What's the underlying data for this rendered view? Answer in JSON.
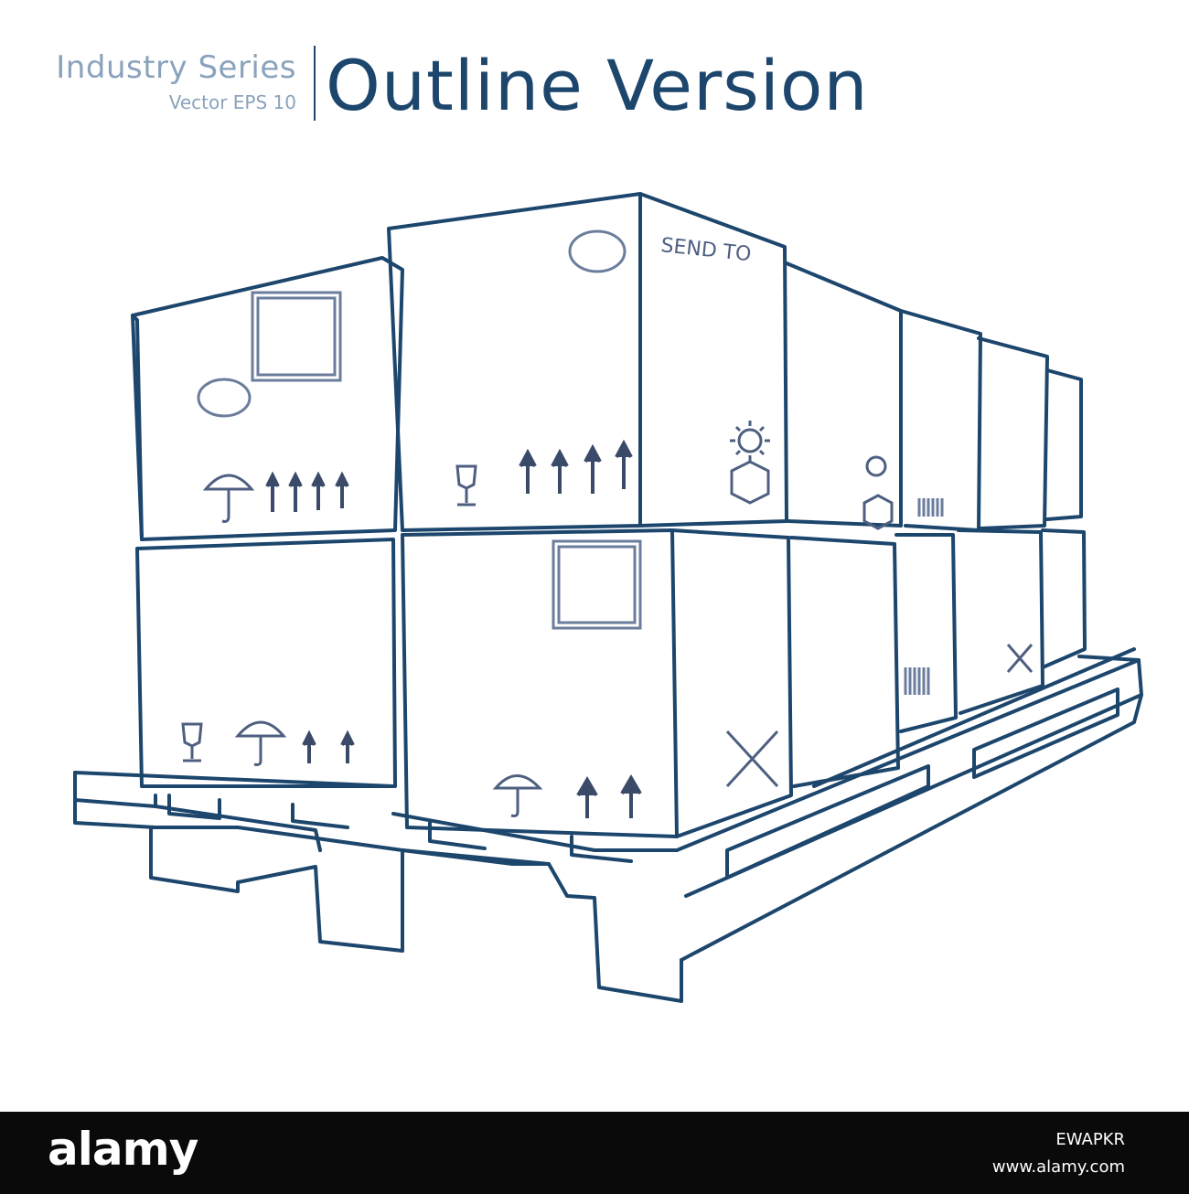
{
  "header": {
    "series_label": "Industry Series",
    "format_label": "Vector EPS 10",
    "title": "Outline Version"
  },
  "illustration": {
    "box_label": "SEND TO",
    "line_color": "#1d466d",
    "symbol_color": "#6b7d9c"
  },
  "footer": {
    "logo": "alamy",
    "image_id": "EWAPKR",
    "url": "www.alamy.com"
  }
}
